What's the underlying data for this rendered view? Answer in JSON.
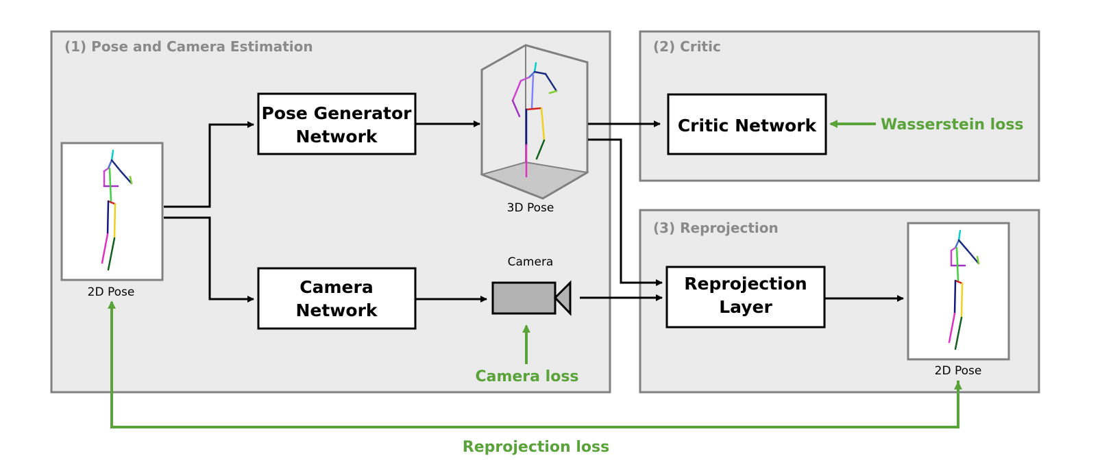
{
  "panels": {
    "pose_camera": "(1) Pose and Camera Estimation",
    "critic": "(2) Critic",
    "reprojection": "(3) Reprojection"
  },
  "nodes": {
    "pose_generator": [
      "Pose Generator",
      "Network"
    ],
    "camera_network": [
      "Camera",
      "Network"
    ],
    "critic_network": "Critic Network",
    "reprojection_layer": [
      "Reprojection",
      "Layer"
    ]
  },
  "captions": {
    "input_pose": "2D Pose",
    "pose_3d": "3D Pose",
    "camera": "Camera",
    "output_pose": "2D Pose"
  },
  "losses": {
    "wasserstein": "Wasserstein loss",
    "camera": "Camera loss",
    "reprojection": "Reprojection loss"
  },
  "colors": {
    "panel_fill": "#ebebeb",
    "panel_border": "#808080",
    "panel_title": "#8a8a8a",
    "loss": "#5aa33a",
    "camera_fill": "#b3b3b3",
    "floor_fill": "#c8c8c8"
  },
  "icons": {
    "camera": "video-camera-icon",
    "skeleton": "stick-figure-skeleton"
  }
}
